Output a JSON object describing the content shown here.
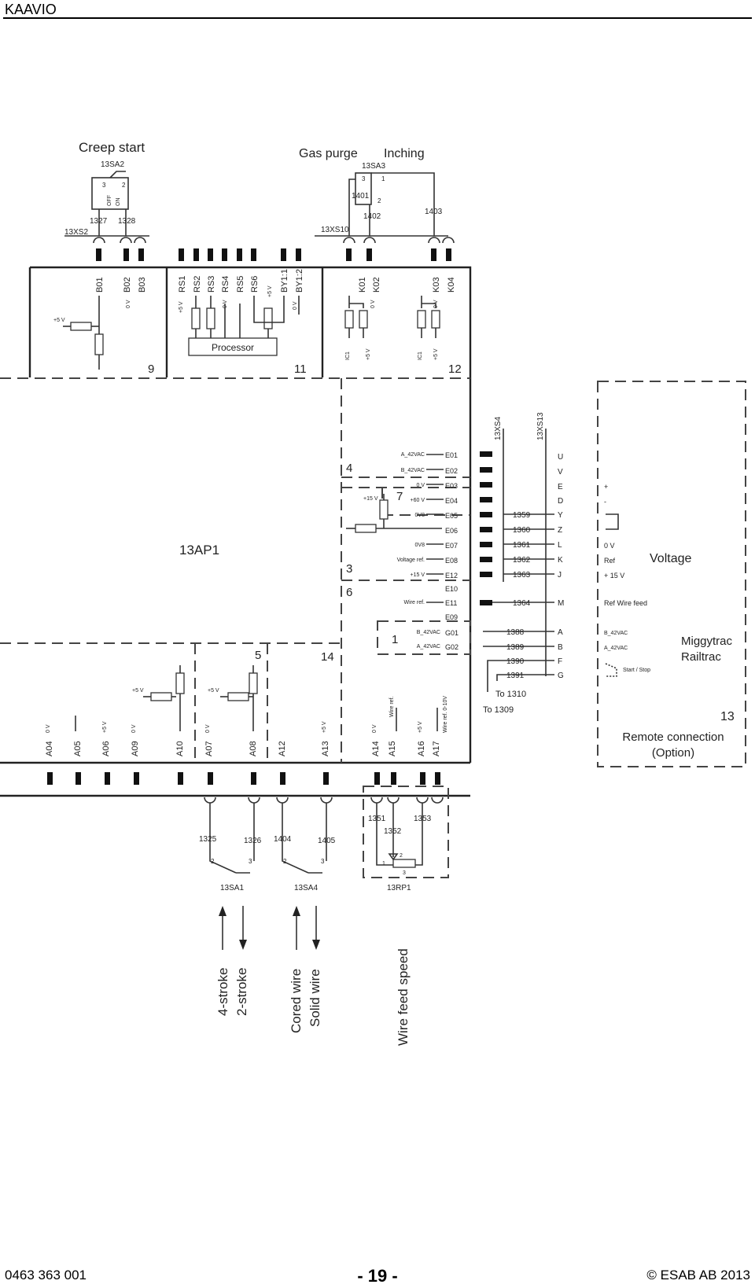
{
  "header": {
    "title": "KAAVIO"
  },
  "footer": {
    "doc_number": "0463 363 001",
    "page": "- 19 -",
    "copyright": "© ESAB AB 2013"
  },
  "top": {
    "creep_start": "Creep start",
    "sw_13sa2": "13SA2",
    "off_label": "OFF",
    "on_label": "ON",
    "pin3": "3",
    "pin2": "2",
    "pin1": "1",
    "w1327": "1327",
    "w1328": "1328",
    "conn_13xs2": "13XS2",
    "gas_purge": "Gas purge",
    "inching": "Inching",
    "sw_13sa3": "13SA3",
    "w1401": "1401",
    "w1402": "1402",
    "w1403": "1403",
    "conn_13xs10": "13XS10"
  },
  "pins_top": [
    "B01",
    "B02",
    "B03",
    "RS1",
    "RS2",
    "RS3",
    "RS4",
    "RS5",
    "RS6",
    "BY1:1",
    "BY1:2",
    "K01",
    "K02",
    "K03",
    "K04"
  ],
  "pins_top_volt": {
    "b02": "0 V",
    "rs1": "+5 V",
    "rs4": "0 V",
    "rs6": "+5 V",
    "by11": "0 V",
    "k02": "0 V",
    "k04": "0 V",
    "v5": "+5 V",
    "ic1": "IC1"
  },
  "blocks": {
    "b9": "9",
    "b11": "11",
    "b12": "12",
    "processor": "Processor",
    "ap1": "13AP1",
    "b4": "4",
    "b7": "7",
    "b3": "3",
    "b6": "6",
    "b1": "1",
    "b5": "5",
    "b14": "14",
    "b13": "13"
  },
  "e_signals": [
    {
      "sig": "A_42VAC",
      "pin": "E01"
    },
    {
      "sig": "B_42VAC",
      "pin": "E02"
    },
    {
      "sig": "0 V",
      "pin": "E03"
    },
    {
      "sig": "+60 V",
      "pin": "E04"
    },
    {
      "sig": "0V8",
      "pin": "E05"
    },
    {
      "sig": "",
      "pin": "E06"
    },
    {
      "sig": "0V8",
      "pin": "E07"
    },
    {
      "sig": "Voltage ref.",
      "pin": "E08"
    },
    {
      "sig": "+15 V",
      "pin": "E12"
    }
  ],
  "e_extra": {
    "plus15": "+15 V",
    "e10": "E10",
    "e11_sig": "Wire ref.",
    "e11": "E11",
    "e09": "E09",
    "g01_sig": "B_42VAC",
    "g01": "G01",
    "g02_sig": "A_42VAC",
    "g02": "G02"
  },
  "connectors": {
    "xs4": "13XS4",
    "xs13": "13XS13"
  },
  "wires_right": [
    "1359",
    "1360",
    "1361",
    "1362",
    "1363",
    "1364",
    "1388",
    "1389",
    "1390",
    "1391"
  ],
  "to_1310": "To 1310",
  "to_1309": "To 1309",
  "xs13_letters": [
    "U",
    "V",
    "E",
    "D",
    "Y",
    "Z",
    "L",
    "K",
    "J",
    "M",
    "A",
    "B",
    "F",
    "G"
  ],
  "remote": {
    "plus": "+",
    "minus": "-",
    "v0": "0 V",
    "ref": "Ref",
    "v15": "+ 15 V",
    "voltage": "Voltage",
    "ref_wire": "Ref Wire feed",
    "b42": "B_42VAC",
    "a42": "A_42VAC",
    "start_stop": "Start / Stop",
    "miggytrac": "Miggytrac",
    "railtrac": "Railtrac",
    "remote1": "Remote connection",
    "remote2": "(Option)"
  },
  "pins_bottom": [
    "A04",
    "A05",
    "A06",
    "A09",
    "A10",
    "A07",
    "A08",
    "A12",
    "A13",
    "A14",
    "A15",
    "A16",
    "A17"
  ],
  "pins_bottom_volt": {
    "a04": "0 V",
    "a06": "+5 V",
    "a09": "0 V",
    "a07": "0 V",
    "a13": "+5 V",
    "a14": "0 V",
    "a15": "Wire ref.",
    "a16": "+5 V",
    "a17": "Wire ref. 0-10V",
    "v5a": "+5 V",
    "v5b": "+5 V"
  },
  "bottom": {
    "w1325": "1325",
    "w1326": "1326",
    "w1404": "1404",
    "w1405": "1405",
    "w1351": "1351",
    "w1352": "1352",
    "w1353": "1353",
    "sa1": "13SA1",
    "sa4": "13SA4",
    "rp1": "13RP1",
    "p2": "2",
    "p3": "3",
    "p1": "1",
    "four_stroke": "4-stroke",
    "two_stroke": "2-stroke",
    "cored": "Cored wire",
    "solid": "Solid wire",
    "wfs": "Wire feed speed"
  }
}
